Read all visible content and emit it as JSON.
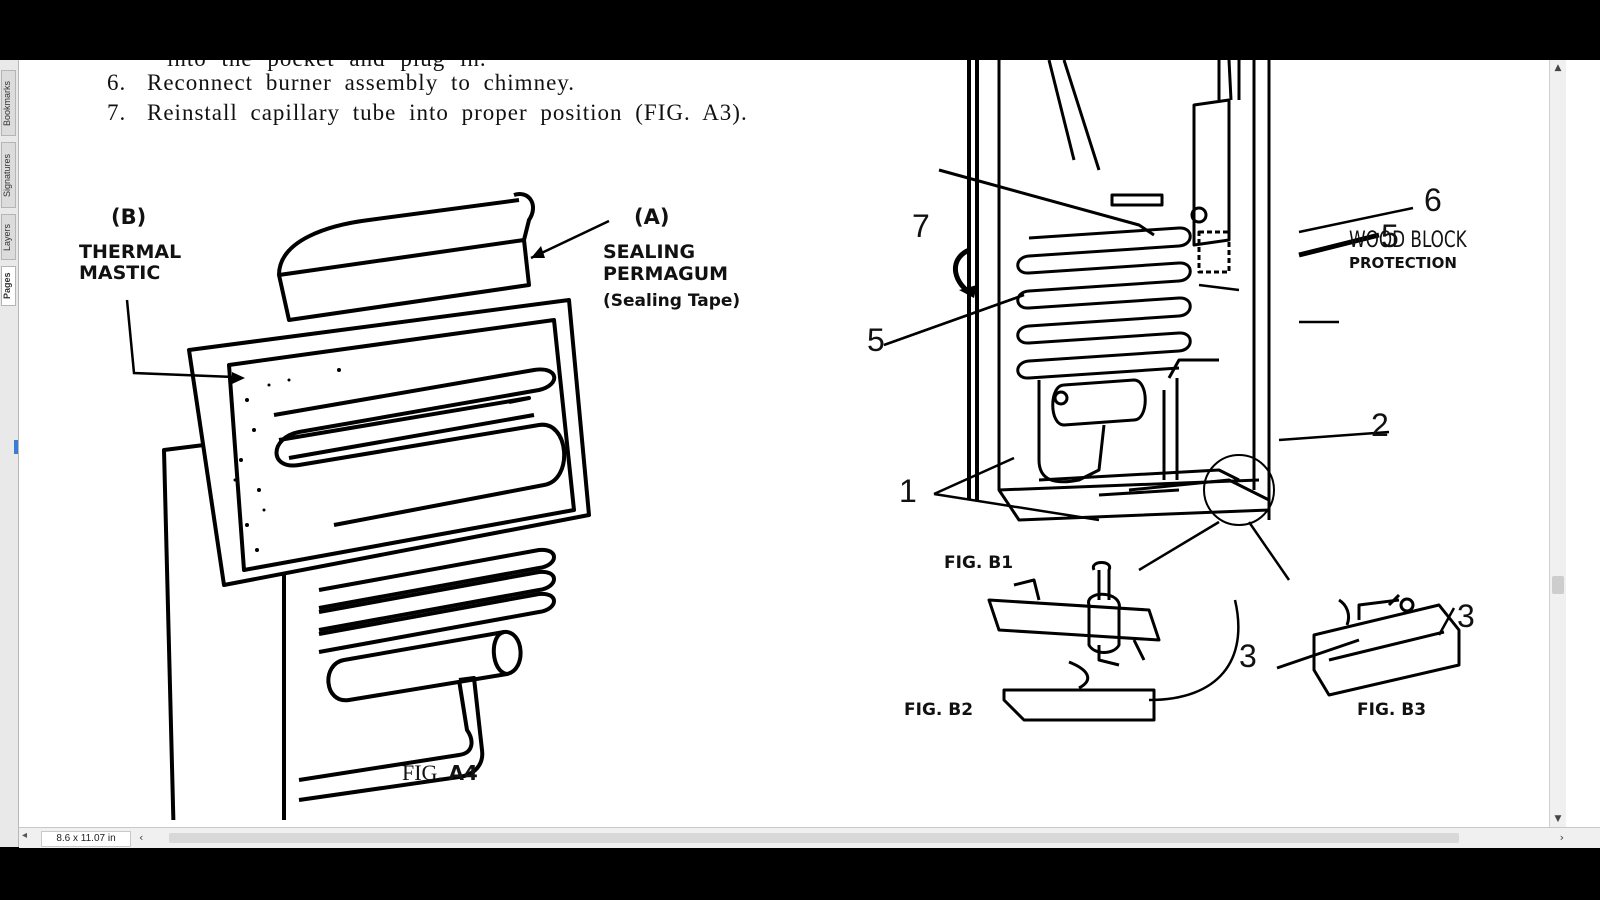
{
  "sidebar": {
    "tabs": [
      {
        "label": "Bookmarks"
      },
      {
        "label": "Signatures"
      },
      {
        "label": "Layers"
      },
      {
        "label": "Pages"
      }
    ]
  },
  "document": {
    "cut_text": "into the pocket and plug in.",
    "steps": [
      {
        "num": "6.",
        "text": "Reconnect burner assembly to chimney."
      },
      {
        "num": "7.",
        "text": "Reinstall capillary tube into proper position (FIG. A3)."
      }
    ],
    "fig_a4": {
      "label_b": "(B)",
      "thermal_mastic": [
        "THERMAL",
        "MASTIC"
      ],
      "label_a": "(A)",
      "sealing_permagum": [
        "SEALING",
        "PERMAGUM",
        "(Sealing Tape)"
      ],
      "caption_prefix": "FIG.",
      "caption_id": "A4"
    },
    "fig_b": {
      "callouts": [
        "7",
        "6",
        "5",
        "5",
        "2",
        "1",
        "3",
        "3"
      ],
      "wood_block": [
        "WOOD BLOCK",
        "PROTECTION"
      ],
      "fig_b1": "FIG. B1",
      "fig_b2": "FIG. B2",
      "fig_b3": "FIG. B3"
    }
  },
  "status": {
    "page_size": "8.6 x 11.07 in"
  },
  "icons": {
    "scroll_up": "triangle-up",
    "scroll_down": "triangle-down",
    "scroll_left": "chevron-left",
    "scroll_right": "chevron-right"
  }
}
